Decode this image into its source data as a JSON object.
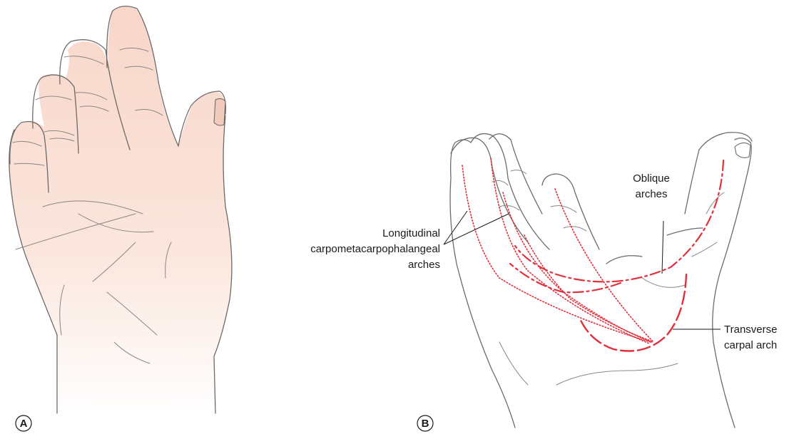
{
  "panels": [
    {
      "letter": "A"
    },
    {
      "letter": "B"
    }
  ],
  "labels": {
    "longitudinal_line1": "Longitudinal",
    "longitudinal_line2": "carpometacarpophalangeal",
    "longitudinal_line3": "arches",
    "oblique_line1": "Oblique",
    "oblique_line2": "arches",
    "transverse_line1": "Transverse",
    "transverse_line2": "carpal arch"
  },
  "colors": {
    "arch_red": "#e0303d",
    "skin_light": "#fbe4da",
    "outline": "#6e6a6a"
  }
}
